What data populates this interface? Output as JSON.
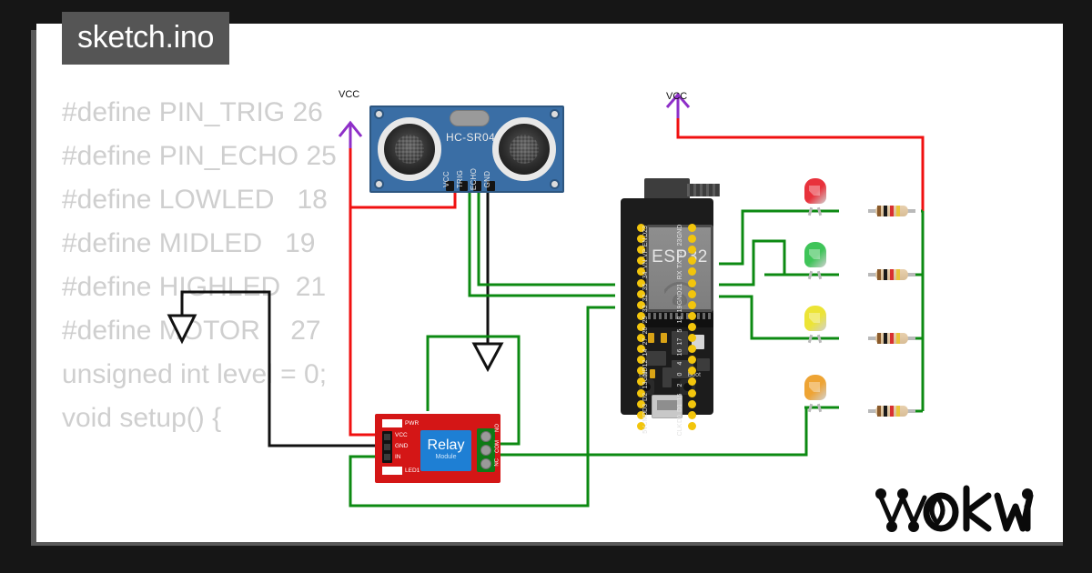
{
  "window": {
    "background_color": "#161616",
    "canvas_color": "#ffffff",
    "frame_color": "#5a5a5a"
  },
  "file_tab": {
    "label": "sketch.ino",
    "background_color": "#555555",
    "text_color": "#ffffff"
  },
  "code": {
    "text_color": "#cfcfcf",
    "lines": [
      "#define PIN_TRIG 26",
      "#define PIN_ECHO 25",
      "#define LOWLED   18",
      "#define MIDLED   19",
      "#define HIGHLED  21",
      "#define MOTOR    27",
      "",
      "unsigned int level = 0;",
      "",
      "void setup() {"
    ]
  },
  "parts": {
    "ultrasonic": {
      "name": "HC-SR04",
      "label": "HC-SR04",
      "board_color": "#3a6ea5",
      "pins": [
        "VCC",
        "TRIG",
        "ECHO",
        "GND"
      ]
    },
    "esp32": {
      "name": "ESP32 DevKit",
      "chip_label": "ESP32",
      "board_color": "#1c1c1c",
      "pins_left": [
        "D23",
        "EN",
        "VP",
        "VN",
        "34",
        "35",
        "32",
        "33",
        "25",
        "26",
        "27",
        "14",
        "12",
        "GND",
        "13",
        "D2",
        "D3",
        "CMD",
        "5V"
      ],
      "pins_right": [
        "GND",
        "23",
        "22",
        "TX",
        "RX",
        "21",
        "GND",
        "19",
        "18",
        "5",
        "17",
        "16",
        "4",
        "0",
        "2",
        "15",
        "D1",
        "D0",
        "CLK"
      ],
      "button_labels": [
        "EN",
        "Boot"
      ]
    },
    "relay": {
      "name": "Relay Module",
      "title": "Relay",
      "subtitle": "Module",
      "board_color": "#d41616",
      "pins": [
        "VCC",
        "GND",
        "IN"
      ],
      "indicators": [
        "PWR",
        "LED1"
      ],
      "terminals": [
        "NO",
        "COM",
        "NC"
      ]
    },
    "leds": [
      {
        "name": "red-led",
        "color": "#e8323c",
        "label": "red"
      },
      {
        "name": "green-led",
        "color": "#3fc459",
        "label": "green"
      },
      {
        "name": "yellow-led",
        "color": "#ece436",
        "label": "yellow"
      },
      {
        "name": "orange-led",
        "color": "#eea434",
        "label": "orange"
      }
    ],
    "resistors": [
      {
        "name": "resistor-1",
        "bands": [
          "#8a5a2b",
          "#1a1a1a",
          "#d83030",
          "#e8c43a"
        ]
      },
      {
        "name": "resistor-2",
        "bands": [
          "#8a5a2b",
          "#1a1a1a",
          "#d83030",
          "#e8c43a"
        ]
      },
      {
        "name": "resistor-3",
        "bands": [
          "#8a5a2b",
          "#1a1a1a",
          "#d83030",
          "#e8c43a"
        ]
      },
      {
        "name": "resistor-4",
        "bands": [
          "#8a5a2b",
          "#1a1a1a",
          "#d83030",
          "#e8c43a"
        ]
      }
    ],
    "power_symbols": [
      {
        "name": "vcc-symbol-left",
        "label": "VCC",
        "arrow_color": "#8e2fc8"
      },
      {
        "name": "vcc-symbol-right",
        "label": "VCC",
        "arrow_color": "#8e2fc8"
      }
    ],
    "ground_symbols": [
      {
        "name": "gnd-symbol-left",
        "color": "#111111"
      },
      {
        "name": "gnd-symbol-right",
        "color": "#111111"
      }
    ]
  },
  "wires": {
    "power_color": "#f01010",
    "ground_color": "#111111",
    "signal_color": "#0c8a12"
  },
  "branding": {
    "logo_text": "wokwi"
  }
}
